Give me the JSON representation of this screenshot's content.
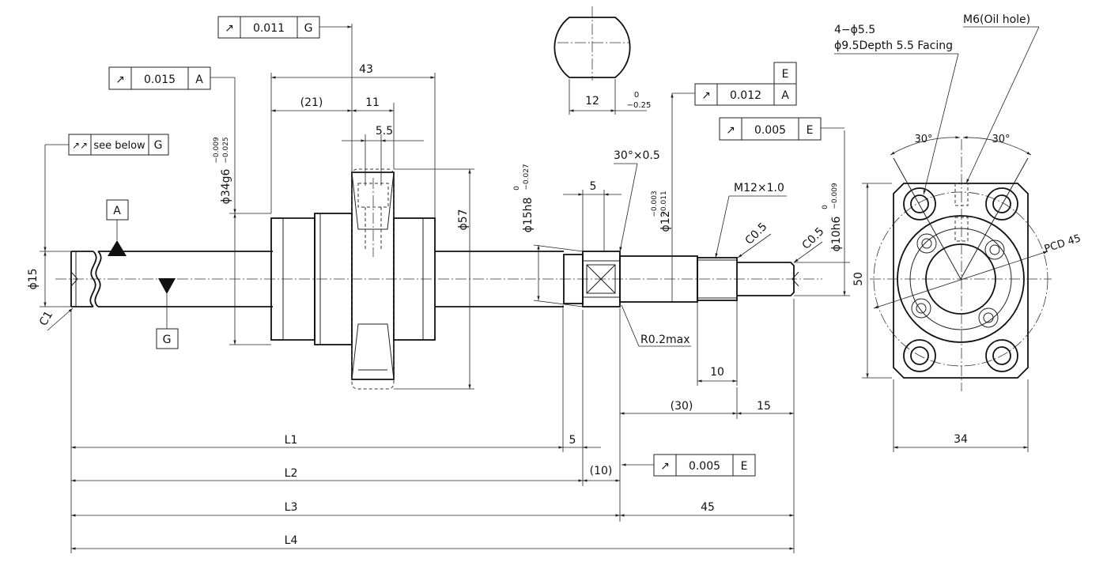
{
  "frames": {
    "f1": {
      "sym": "↗",
      "tol": "0.011",
      "datum": "G"
    },
    "f2": {
      "sym": "↗",
      "tol": "0.015",
      "datum": "A"
    },
    "f3": {
      "sym": "↗↗",
      "tol": "see below",
      "datum": "G"
    },
    "f4": {
      "sym": "↗",
      "tol": "0.012",
      "datum": "A",
      "datum_top": "E"
    },
    "f5": {
      "sym": "↗",
      "tol": "0.005",
      "datum": "E"
    },
    "f6": {
      "sym": "↗",
      "tol": "0.005",
      "datum": "E"
    }
  },
  "datums": {
    "a": "A",
    "g": "G"
  },
  "dims": {
    "d43": "43",
    "d21": "(21)",
    "d11": "11",
    "d5_5": "5.5",
    "phi34": "ϕ34g6",
    "phi34_tol": "−0.009 −0.025",
    "phi57": "ϕ57",
    "phi15": "ϕ15",
    "c1": "C1",
    "phi15h8": "ϕ15h8",
    "phi15h8_tol": "0 −0.027",
    "d5_top": "5",
    "chamfer": "30°×0.5",
    "phi12": "ϕ12",
    "phi12_tol": "−0.003 −0.011",
    "m12": "M12×1.0",
    "c05a": "C0.5",
    "c05b": "C0.5",
    "phi10h6": "ϕ10h6",
    "phi10h6_tol": "0 −0.009",
    "r02": "R0.2max",
    "d10": "10",
    "d30": "(30)",
    "d15": "15",
    "d12": "12",
    "d12_tol": "0 −0.25",
    "L1": "L1",
    "L2": "L2",
    "L3": "L3",
    "L4": "L4",
    "d5_bottom": "5",
    "d10p": "(10)",
    "d45": "45"
  },
  "flange": {
    "holes1": "4−ϕ5.5",
    "holes2": "ϕ9.5Depth 5.5 Facing",
    "oil": "M6(Oil hole)",
    "angle_left": "30°",
    "angle_right": "30°",
    "pcd": "PCD 45",
    "d50": "50",
    "d34": "34"
  },
  "icons": [
    "runout-arrow-icon",
    "datum-triangle-icon"
  ]
}
